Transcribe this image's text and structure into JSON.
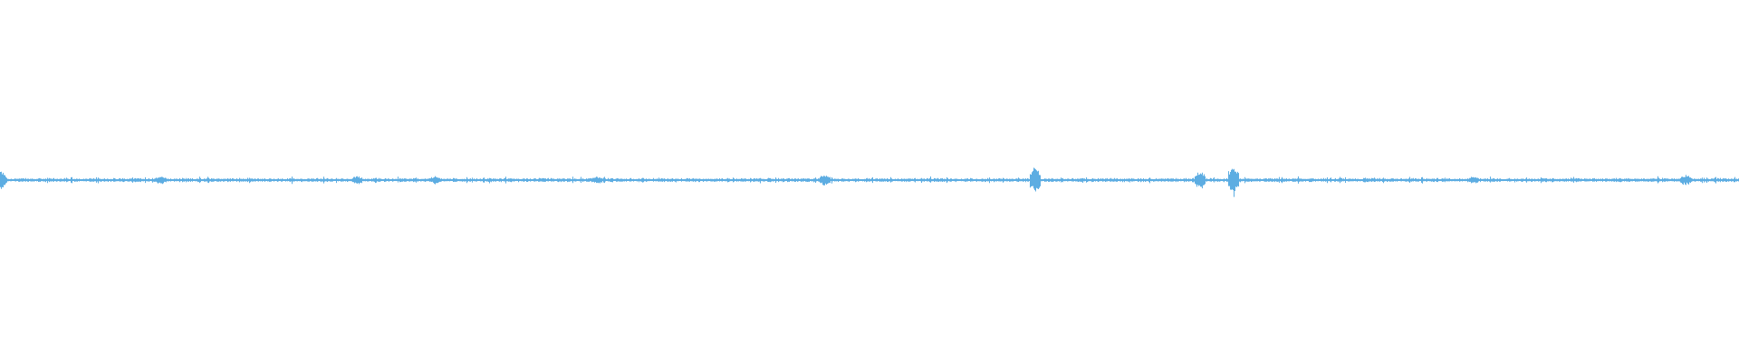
{
  "waveform": {
    "color": "#5dade2",
    "background": "#ffffff",
    "baseline_amplitude": 0.012,
    "peaks": [
      {
        "position": 0.0005,
        "amplitude": 0.055
      },
      {
        "position": 0.0925,
        "amplitude": 0.03
      },
      {
        "position": 0.205,
        "amplitude": 0.028
      },
      {
        "position": 0.25,
        "amplitude": 0.025
      },
      {
        "position": 0.343,
        "amplitude": 0.025
      },
      {
        "position": 0.474,
        "amplitude": 0.04
      },
      {
        "position": 0.595,
        "amplitude": 0.09
      },
      {
        "position": 0.69,
        "amplitude": 0.06
      },
      {
        "position": 0.709,
        "amplitude": 0.1
      },
      {
        "position": 0.847,
        "amplitude": 0.025
      },
      {
        "position": 0.969,
        "amplitude": 0.035
      }
    ]
  }
}
